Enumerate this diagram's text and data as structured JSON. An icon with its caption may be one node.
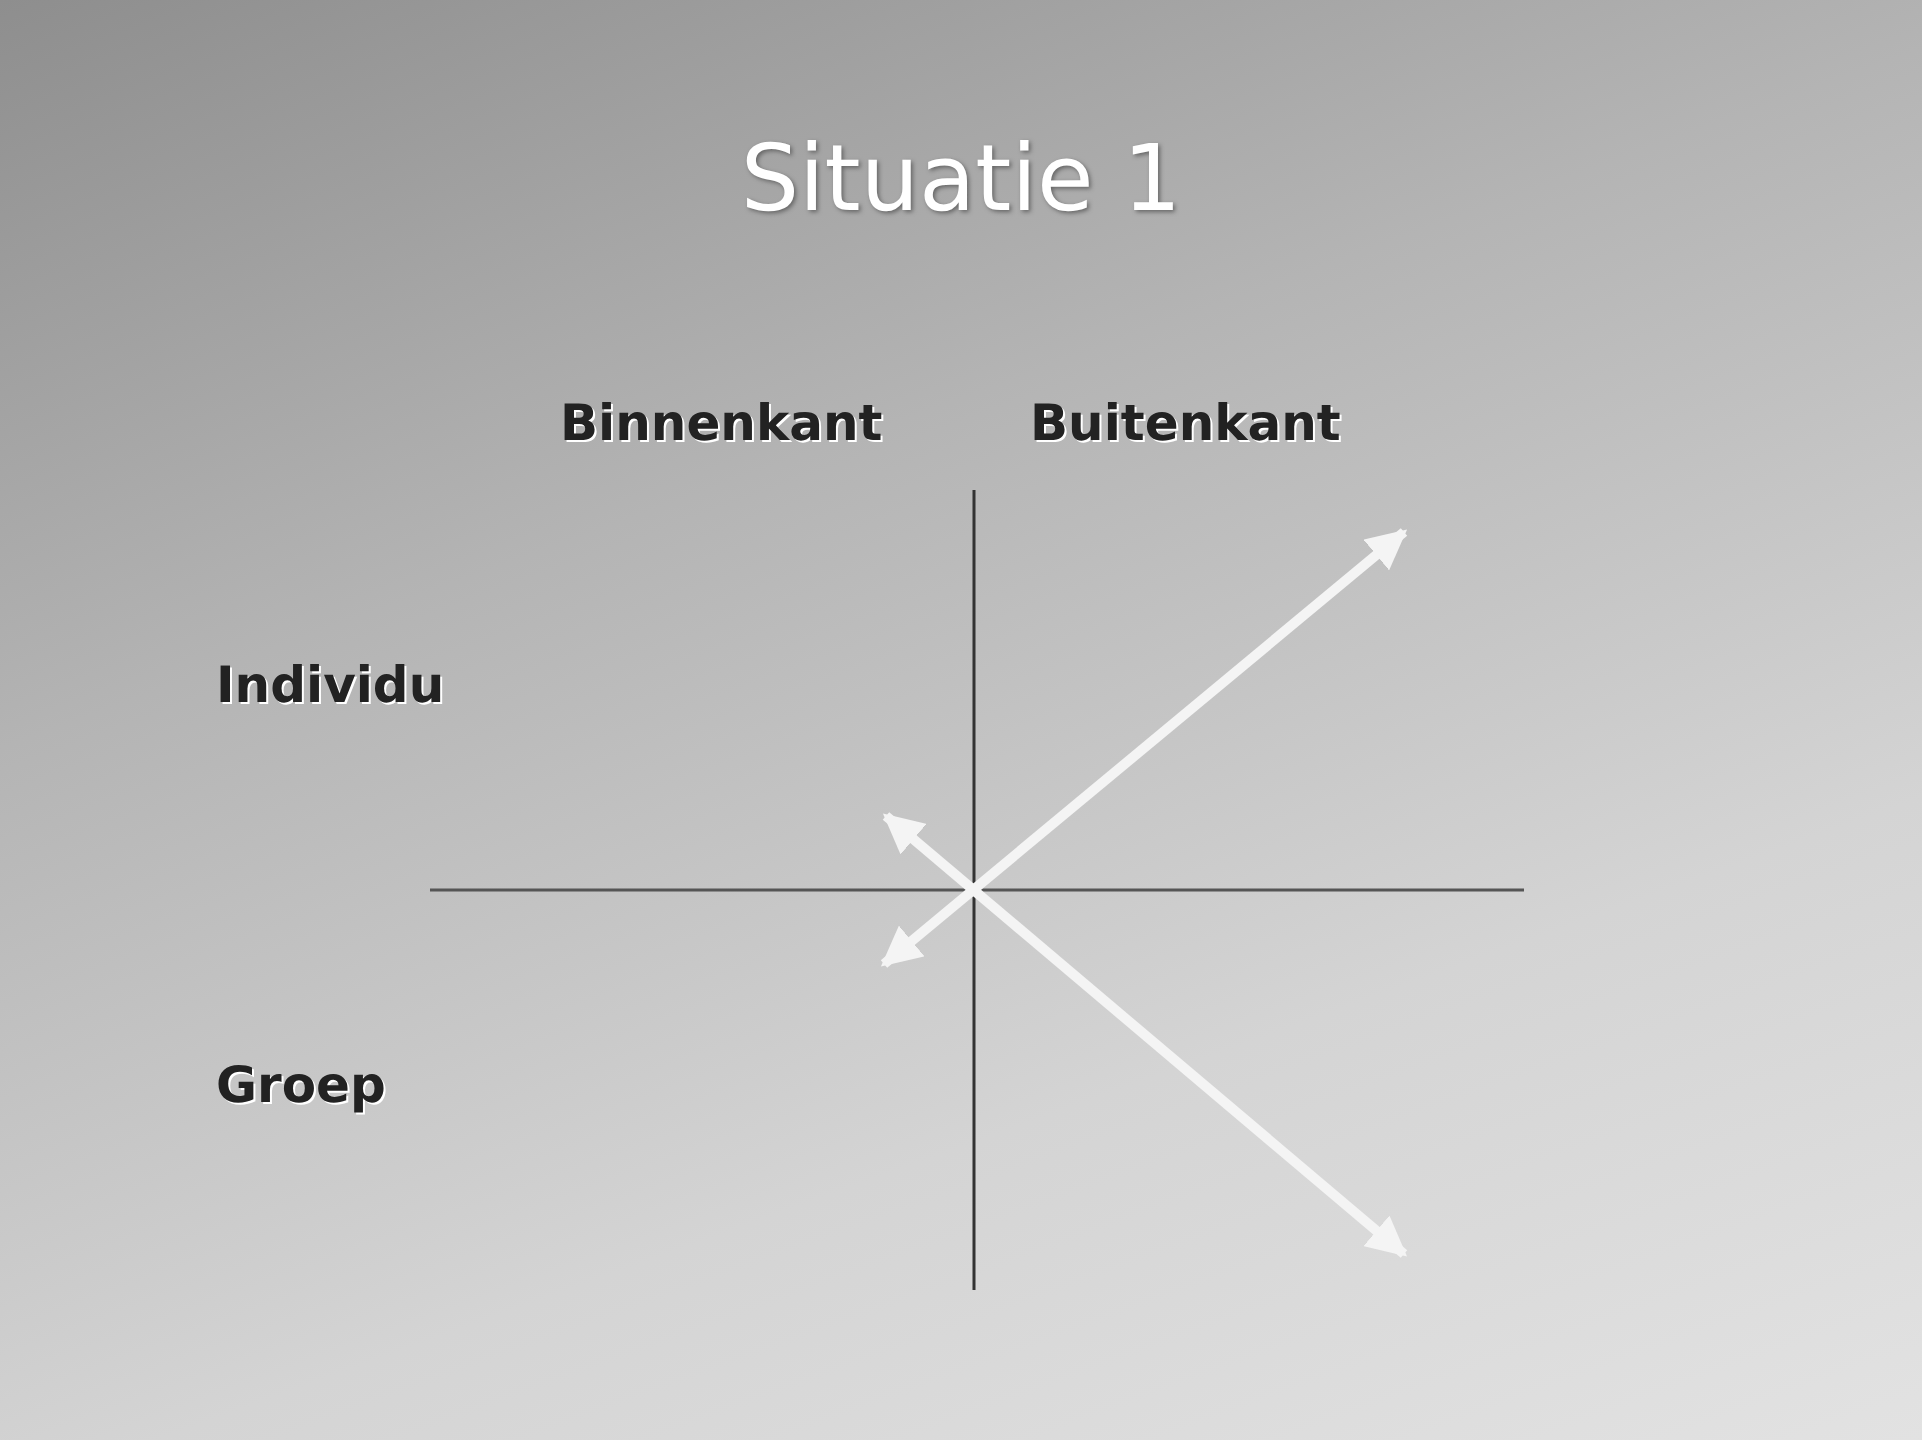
{
  "diagram": {
    "title": "Situatie 1",
    "labels": [
      "Binnenkant",
      "Buitenkant",
      "Individu",
      "Groep"
    ]
  }
}
